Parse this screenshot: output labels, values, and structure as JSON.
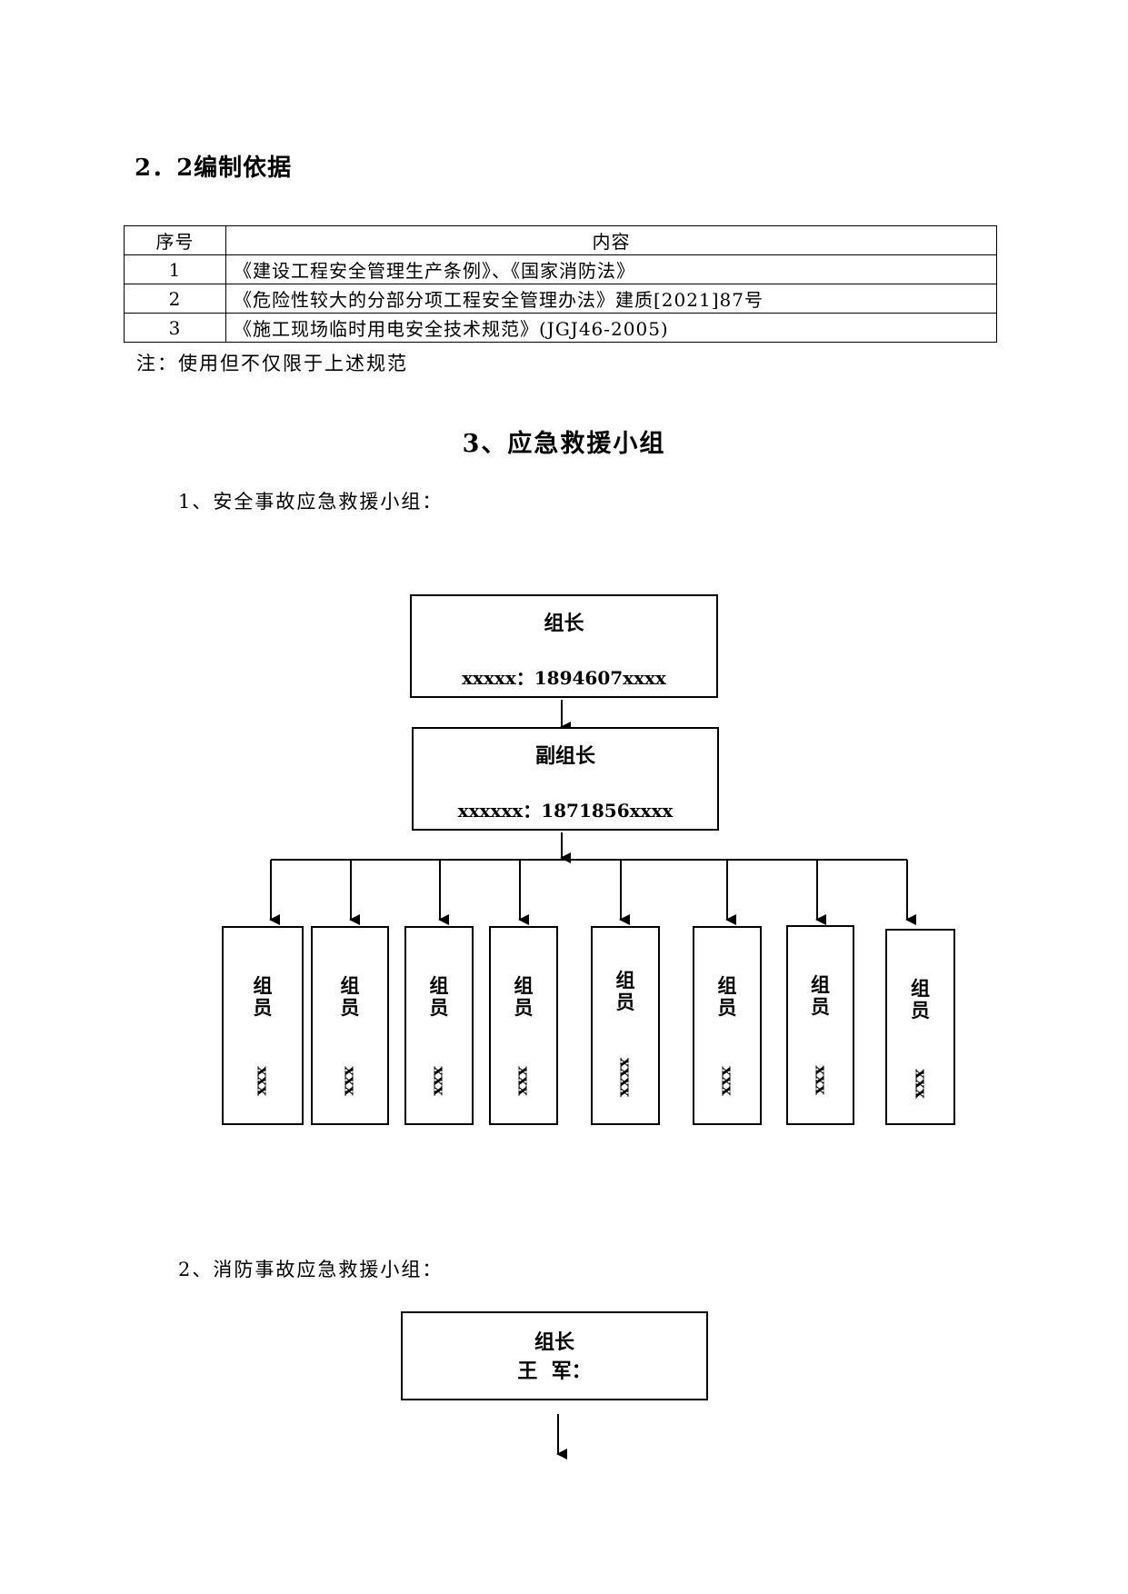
{
  "section_2_2": {
    "title": "2．2编制依据"
  },
  "basis_table": {
    "headers": [
      "序号",
      "内容"
    ],
    "rows": [
      [
        "1",
        "《建设工程安全管理生产条例》、《国家消防法》"
      ],
      [
        "2",
        "《危险性较大的分部分项工程安全管理办法》建质[2021]87号"
      ],
      [
        "3",
        "《施工现场临时用电安全技术规范》(JGJ46-2005)"
      ]
    ],
    "note": "注：使用但不仅限于上述规范"
  },
  "section_3": {
    "title": "3、应急救援小组"
  },
  "group_1": {
    "title": "1、安全事故应急救援小组：",
    "leader": {
      "role": "组长",
      "contact": "xxxxx：1894607xxxx"
    },
    "deputy": {
      "role": "副组长",
      "contact": "xxxxxx：1871856xxxx"
    },
    "members": [
      {
        "role": "组员",
        "name": "xxx"
      },
      {
        "role": "组员",
        "name": "xxx"
      },
      {
        "role": "组员",
        "name": "xxx"
      },
      {
        "role": "组员",
        "name": "xxx"
      },
      {
        "role": "组员",
        "name": "xxxx"
      },
      {
        "role": "组员",
        "name": "xxx"
      },
      {
        "role": "组员",
        "name": "xxx"
      },
      {
        "role": "组员",
        "name": "xxx"
      }
    ]
  },
  "group_2": {
    "title": "2、消防事故应急救援小组：",
    "leader": {
      "role": "组长",
      "name": "王  军："
    }
  }
}
